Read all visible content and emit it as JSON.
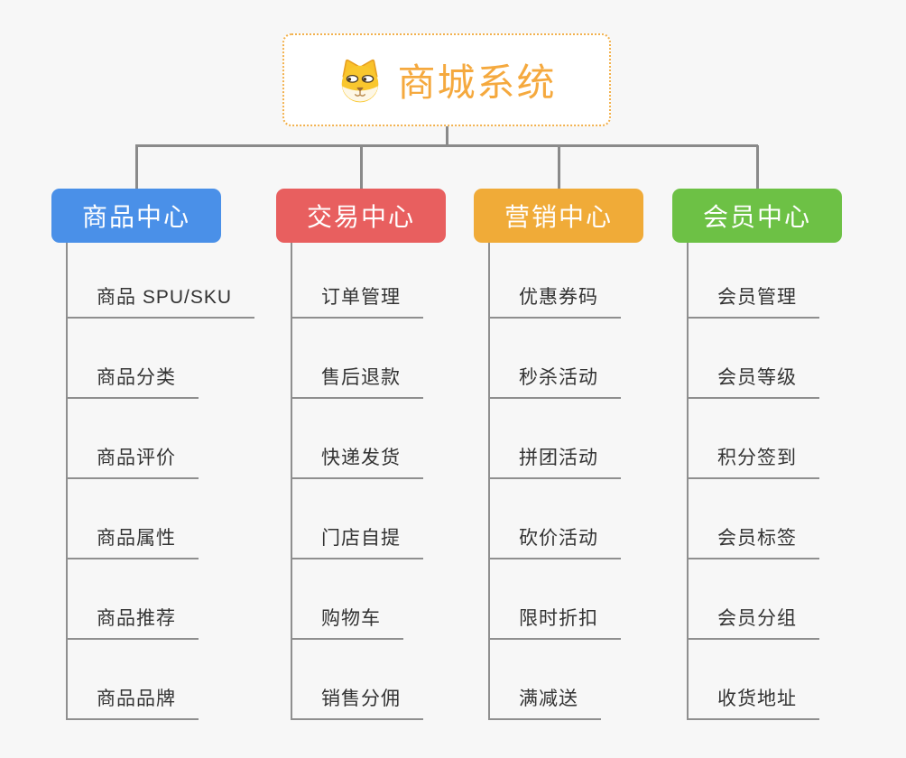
{
  "page": {
    "background": "#f7f7f7",
    "connector_color": "#8a8a8a"
  },
  "root": {
    "title": "商城系统",
    "icon": "shiba-dog-icon",
    "title_color": "#f5a93e",
    "border_color": "#f2b14d"
  },
  "branches": [
    {
      "label": "商品中心",
      "color": "#4a90e8",
      "children": [
        "商品 SPU/SKU",
        "商品分类",
        "商品评价",
        "商品属性",
        "商品推荐",
        "商品品牌"
      ]
    },
    {
      "label": "交易中心",
      "color": "#e85f5f",
      "children": [
        "订单管理",
        "售后退款",
        "快递发货",
        "门店自提",
        "购物车",
        "销售分佣"
      ]
    },
    {
      "label": "营销中心",
      "color": "#f0ab38",
      "children": [
        "优惠券码",
        "秒杀活动",
        "拼团活动",
        "砍价活动",
        "限时折扣",
        "满减送"
      ]
    },
    {
      "label": "会员中心",
      "color": "#6dc145",
      "children": [
        "会员管理",
        "会员等级",
        "积分签到",
        "会员标签",
        "会员分组",
        "收货地址"
      ]
    }
  ]
}
